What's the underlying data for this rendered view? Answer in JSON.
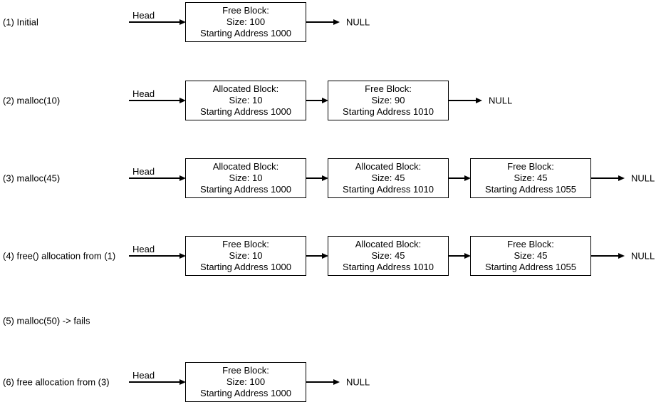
{
  "diagram": {
    "title_context": "malloc free list states",
    "background_color": "#ffffff",
    "stroke_color": "#000000",
    "text_color": "#000000",
    "head_label": "Head",
    "null_label": "NULL",
    "rows": [
      {
        "label": "(1) Initial",
        "nodes": [
          {
            "lines": [
              "Free Block:",
              "Size: 100",
              "Starting Address 1000"
            ]
          }
        ]
      },
      {
        "label": "(2) malloc(10)",
        "nodes": [
          {
            "lines": [
              "Allocated Block:",
              "Size: 10",
              "Starting Address 1000"
            ]
          },
          {
            "lines": [
              "Free Block:",
              "Size: 90",
              "Starting Address 1010"
            ]
          }
        ]
      },
      {
        "label": "(3) malloc(45)",
        "nodes": [
          {
            "lines": [
              "Allocated Block:",
              "Size: 10",
              "Starting Address 1000"
            ]
          },
          {
            "lines": [
              "Allocated Block:",
              "Size: 45",
              "Starting Address 1010"
            ]
          },
          {
            "lines": [
              "Free Block:",
              "Size: 45",
              "Starting Address 1055"
            ]
          }
        ]
      },
      {
        "label": "(4) free() allocation from (1)",
        "nodes": [
          {
            "lines": [
              "Free Block:",
              "Size: 10",
              "Starting Address 1000"
            ]
          },
          {
            "lines": [
              "Allocated Block:",
              "Size: 45",
              "Starting Address 1010"
            ]
          },
          {
            "lines": [
              "Free Block:",
              "Size: 45",
              "Starting Address 1055"
            ]
          }
        ]
      },
      {
        "label": "(5) malloc(50) -> fails",
        "nodes": []
      },
      {
        "label": "(6) free allocation from (3)",
        "nodes": [
          {
            "lines": [
              "Free Block:",
              "Size: 100",
              "Starting Address 1000"
            ]
          }
        ]
      }
    ]
  }
}
